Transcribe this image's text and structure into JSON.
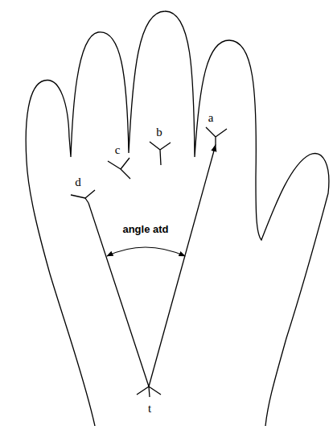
{
  "diagram": {
    "labels": [
      "c",
      "b",
      "a",
      "d",
      "angle atd",
      "t"
    ]
  }
}
